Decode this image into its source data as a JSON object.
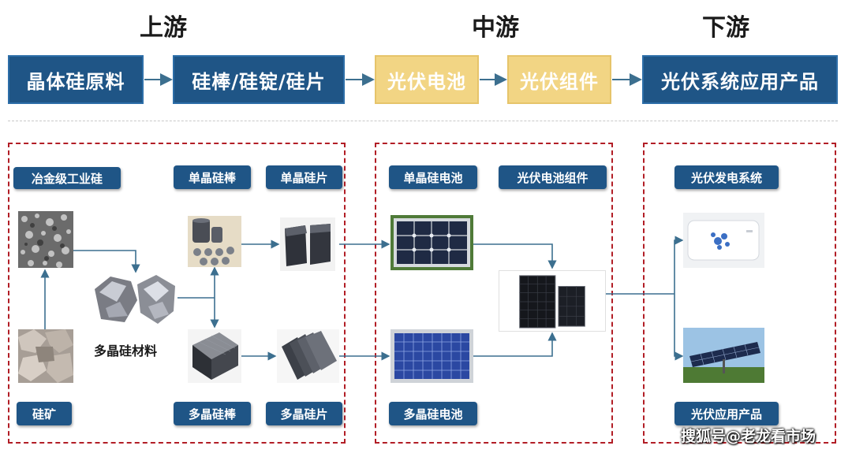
{
  "stages": {
    "upstream": "上游",
    "midstream": "中游",
    "downstream": "下游"
  },
  "flow": [
    "晶体硅原料",
    "硅棒/硅锭/硅片",
    "光伏电池",
    "光伏组件",
    "光伏系统应用产品"
  ],
  "upstream_labels": {
    "metallurgical_silicon": "冶金级工业硅",
    "mono_rod": "单晶硅棒",
    "mono_wafer": "单晶硅片",
    "poly_material": "多晶硅材料",
    "quartz": "硅矿",
    "poly_ingot": "多晶硅棒",
    "poly_wafer": "多晶硅片"
  },
  "midstream_labels": {
    "mono_cell": "单晶硅电池",
    "module": "光伏电池组件",
    "poly_cell": "多晶硅电池"
  },
  "downstream_labels": {
    "power_system": "光伏发电系统",
    "application_products": "光伏应用产品"
  },
  "watermark": "搜狐号@老龙看市场",
  "colors": {
    "navy": "#1f5586",
    "gold": "#f2d584",
    "dashed_red": "#b21e26",
    "connector": "#3c6f8f"
  }
}
